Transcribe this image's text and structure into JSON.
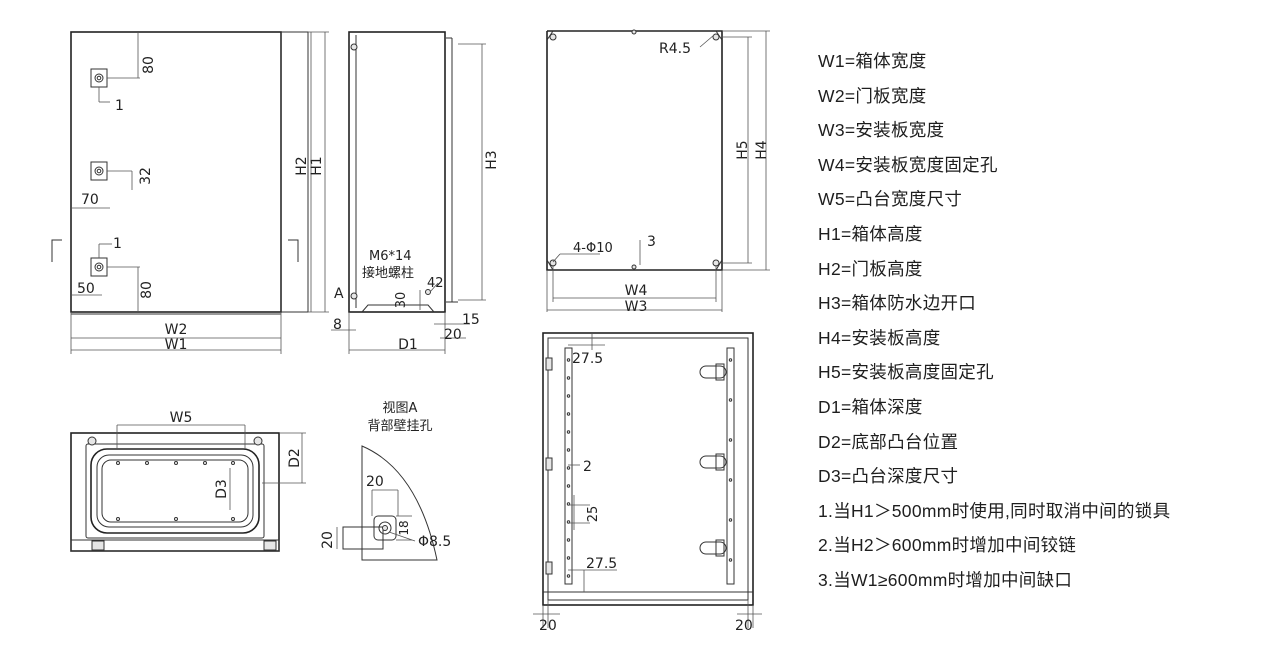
{
  "legend": {
    "definitions": [
      "W1=箱体宽度",
      "W2=门板宽度",
      "W3=安装板宽度",
      "W4=安装板宽度固定孔",
      "W5=凸台宽度尺寸",
      "H1=箱体高度",
      "H2=门板高度",
      "H3=箱体防水边开口",
      "H4=安装板高度",
      "H5=安装板高度固定孔",
      "D1=箱体深度",
      "D2=底部凸台位置",
      "D3=凸台深度尺寸"
    ],
    "notes": [
      "1.当H1＞500mm时使用,同时取消中间的锁具",
      "2.当H2＞600mm时增加中间铰链",
      "3.当W1≥600mm时增加中间缺口"
    ]
  },
  "front_view": {
    "dim_w2": "W2",
    "dim_w1": "W1",
    "dim_h2": "H2",
    "dim_h1": "H1",
    "dim_80_top": "80",
    "dim_32": "32",
    "dim_70": "70",
    "dim_50": "50",
    "dim_80_bottom": "80",
    "ref_1_a": "1",
    "ref_1_b": "1"
  },
  "side_view": {
    "dim_h3": "H3",
    "dim_d1": "D1",
    "label_a": "A",
    "dim_8": "8",
    "dim_30": "30",
    "dim_42": "42",
    "dim_15": "15",
    "dim_20": "20",
    "bolt_spec": "M6*14",
    "bolt_label": "接地螺柱"
  },
  "plate_view": {
    "dim_r": "R4.5",
    "dim_h5": "H5",
    "dim_h4": "H4",
    "dim_w4": "W4",
    "dim_w3": "W3",
    "hole_spec": "4-Φ10",
    "ref_3": "3"
  },
  "bottom_view": {
    "dim_w5": "W5",
    "dim_d2": "D2",
    "dim_d3": "D3"
  },
  "detail_view": {
    "title": "视图A",
    "subtitle": "背部壁挂孔",
    "dim_20_top": "20",
    "dim_18": "18",
    "dim_phi": "Φ8.5",
    "dim_20_left": "20"
  },
  "back_view": {
    "dim_27_5_top": "27.5",
    "ref_2": "2",
    "dim_25": "25",
    "dim_27_5_bottom": "27.5",
    "dim_20_left": "20",
    "dim_20_right": "20"
  }
}
